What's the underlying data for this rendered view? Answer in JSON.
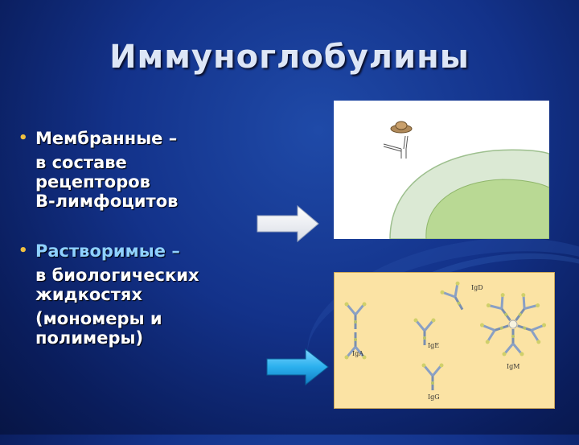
{
  "slide": {
    "title": "Иммуноглобулины",
    "bullets": [
      {
        "head": "Мембранные –",
        "lines": [
          "в составе",
          "рецепторов",
          "В-лимфоцитов"
        ]
      },
      {
        "head": "Растворимые –",
        "lines": [
          "в биологических",
          "жидкостях",
          "(мономеры и",
          "полимеры)"
        ]
      }
    ]
  },
  "figure_labels": {
    "iga": "IgA",
    "igd": "IgD",
    "ige": "IgE",
    "igm": "IgM",
    "igg": "IgG"
  },
  "colors": {
    "title_text": "#dde6f6",
    "bullet_dot": "#f0c040",
    "bullet1_text": "#ffffff",
    "bullet2_head": "#8fd1ff",
    "arrow_white": "#ffffff",
    "arrow_blue": "#2bb0ee",
    "cell_outer": "#dbe9d4",
    "cell_nucleus": "#b9d994",
    "ig_background": "#fbe3a4"
  }
}
